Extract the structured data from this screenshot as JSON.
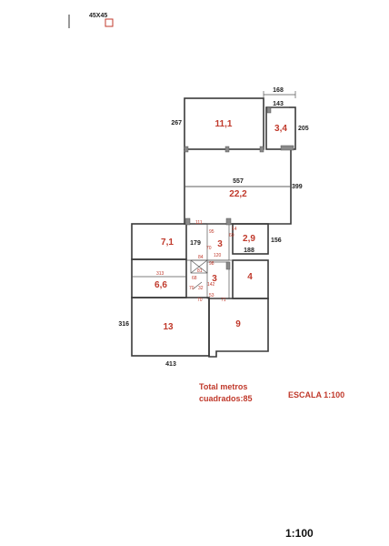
{
  "header": {
    "size_label": "45X45",
    "sample_color": "#c0392b"
  },
  "rooms": [
    {
      "label": "11,1"
    },
    {
      "label": "3,4"
    },
    {
      "label": "22,2"
    },
    {
      "label": "7,1"
    },
    {
      "label": "3"
    },
    {
      "label": "2,9"
    },
    {
      "label": "4"
    },
    {
      "label": "6,6"
    },
    {
      "label": "3"
    },
    {
      "label": "13"
    },
    {
      "label": "9"
    }
  ],
  "dimensions": [
    {
      "label": "168"
    },
    {
      "label": "143"
    },
    {
      "label": "267"
    },
    {
      "label": "205"
    },
    {
      "label": "557"
    },
    {
      "label": "399"
    },
    {
      "label": "179"
    },
    {
      "label": "188"
    },
    {
      "label": "156"
    },
    {
      "label": "316"
    },
    {
      "label": "413"
    }
  ],
  "minor_dimensions": [
    {
      "label": "111"
    },
    {
      "label": "95"
    },
    {
      "label": "14"
    },
    {
      "label": "60"
    },
    {
      "label": "70"
    },
    {
      "label": "84"
    },
    {
      "label": "120"
    },
    {
      "label": "98"
    },
    {
      "label": "313"
    },
    {
      "label": "68"
    },
    {
      "label": "142"
    },
    {
      "label": "70"
    },
    {
      "label": "32"
    },
    {
      "label": "53"
    },
    {
      "label": "70"
    },
    {
      "label": "71"
    },
    {
      "label": "81"
    }
  ],
  "total": {
    "line1": "Total metros",
    "line2": "cuadrados:85"
  },
  "scale_label": "ESCALA 1:100",
  "footer_scale": "1:100",
  "colors": {
    "accent": "#c0392b",
    "wall": "#3a3a3a"
  }
}
